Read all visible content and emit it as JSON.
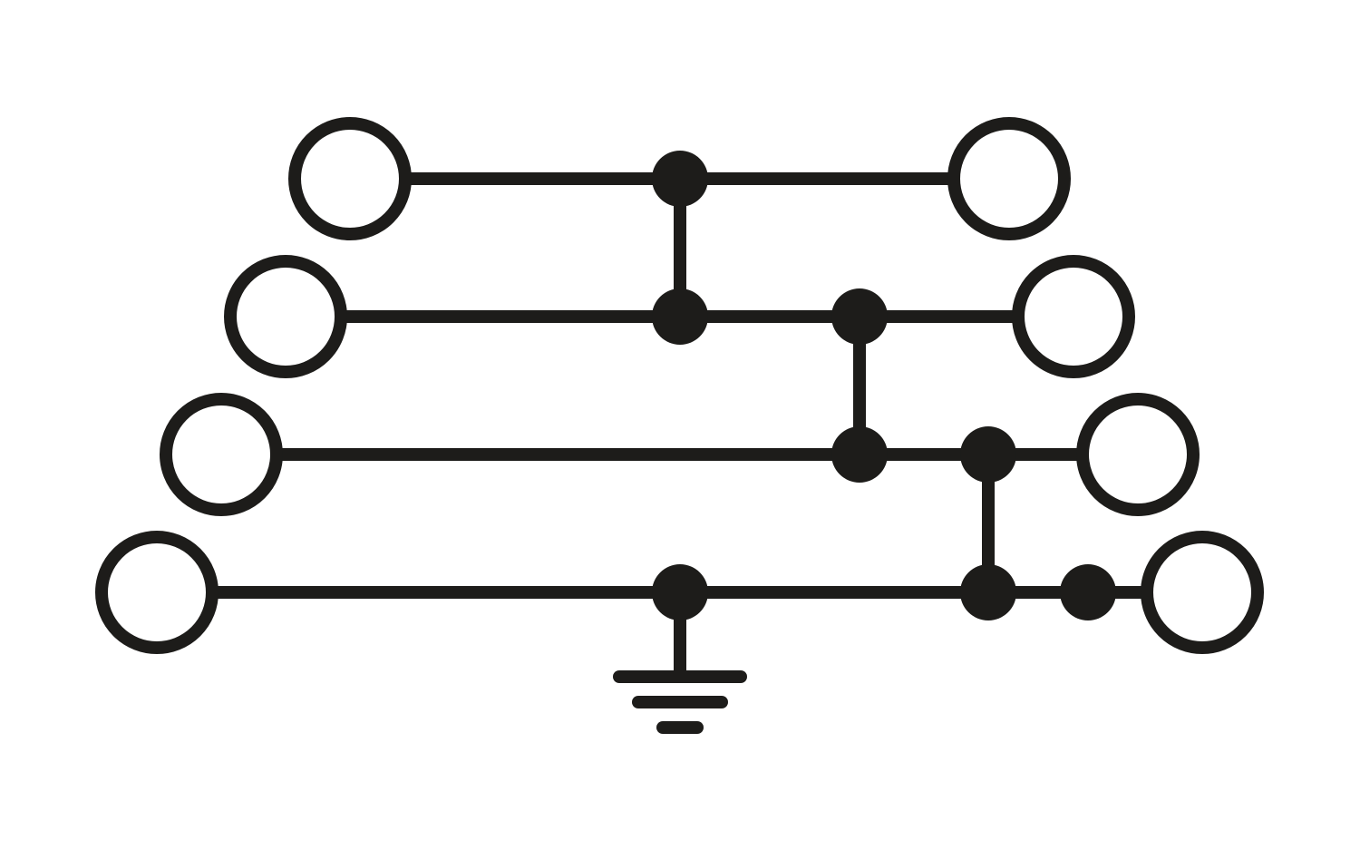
{
  "diagram": {
    "kind": "terminal-block-schematic",
    "colors": {
      "ink": "#1d1c1a",
      "background": "#ffffff"
    },
    "levels": 4,
    "elements": {
      "terminals": "open-circle",
      "junctions": "filled-dot",
      "ground": "earth-symbol"
    }
  }
}
